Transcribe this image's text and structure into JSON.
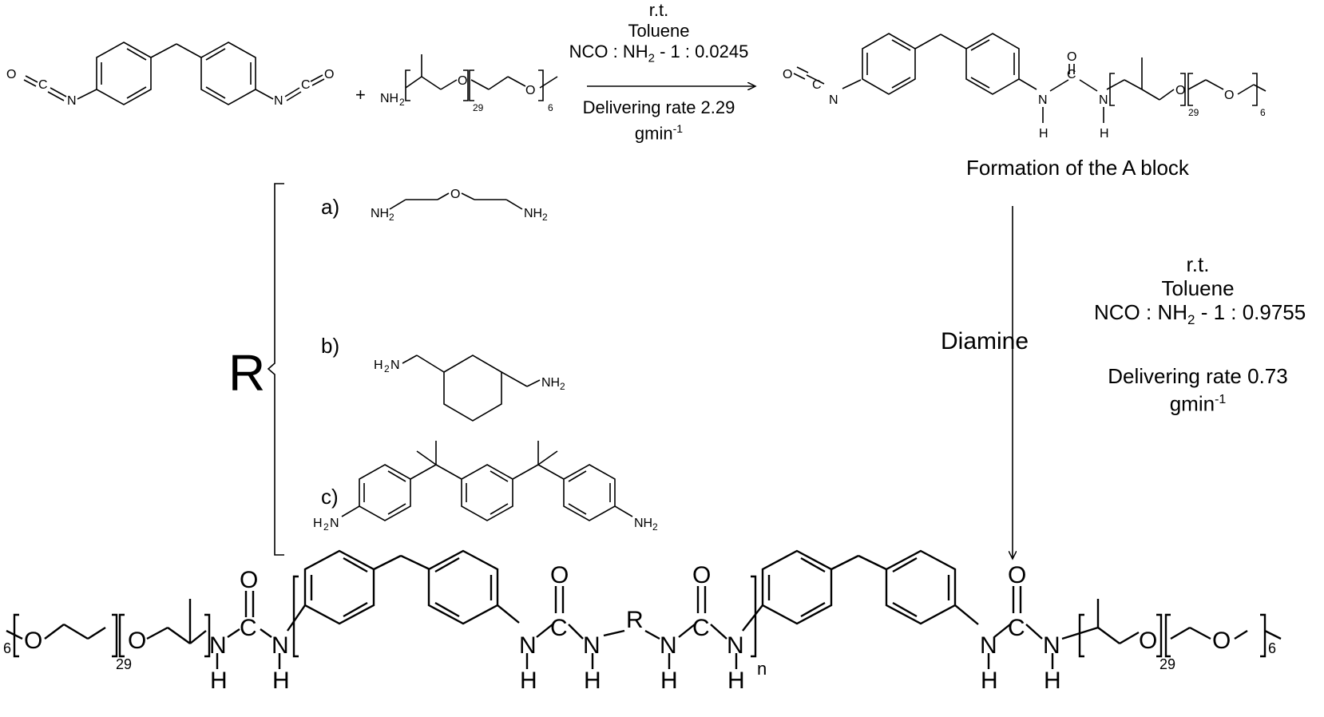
{
  "step1": {
    "cond_line1": "r.t.",
    "cond_line2": "Toluene",
    "ratio_prefix": "NCO : NH",
    "ratio_sub": "2",
    "ratio_suffix": " - 1 : 0.0245",
    "rate_line1": "Delivering rate 2.29",
    "rate_line2": "gmin",
    "rate_sup": "-1"
  },
  "product_a_label": "Formation of the A block",
  "step2": {
    "cond_line1": "r.t.",
    "cond_line2": "Toluene",
    "ratio_prefix": "NCO : NH",
    "ratio_sub": "2",
    "ratio_suffix": " - 1 : 0.9755",
    "rate_line1": "Delivering rate 0.73",
    "rate_line2": "gmin",
    "rate_sup": "-1",
    "reagent": "Diamine"
  },
  "r_group": {
    "symbol": "R",
    "options": [
      {
        "label": "a)"
      },
      {
        "label": "b)"
      },
      {
        "label": "c)"
      }
    ]
  },
  "atoms": {
    "O": "O",
    "N": "N",
    "C": "C",
    "H": "H",
    "NH": "NH",
    "NH2": "NH",
    "H2N": "H",
    "two": "2",
    "plus": "+",
    "n29": "29",
    "n6": "6",
    "n": "n",
    "six": "6",
    "R": "R"
  }
}
